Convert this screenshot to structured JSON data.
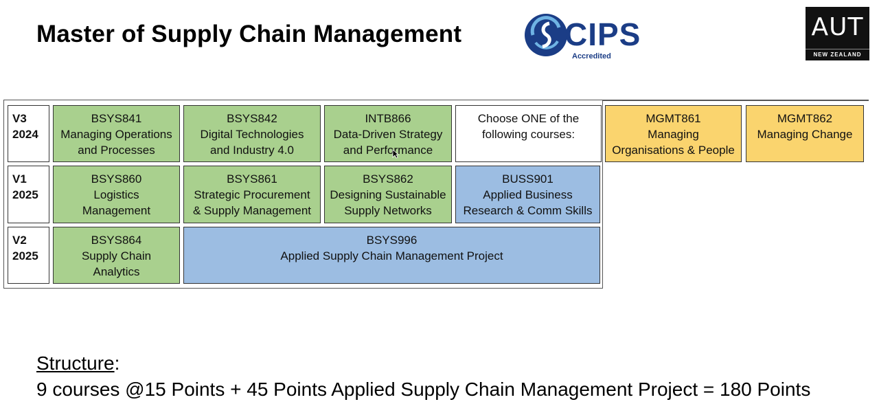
{
  "title": "Master of Supply Chain Management",
  "logos": {
    "cips": {
      "word": "CIPS",
      "sub": "Accredited",
      "color": "#1b3d86"
    },
    "aut": {
      "word": "AUT",
      "sub": "NEW ZEALAND"
    }
  },
  "colors": {
    "green": "#a9d08e",
    "blue": "#9cbde2",
    "yellow": "#fad46e"
  },
  "rows": [
    {
      "semester": [
        "V3",
        "2024"
      ],
      "courses": [
        {
          "code": "BSYS841",
          "lines": [
            "Managing Operations",
            "and Processes"
          ],
          "color": "green"
        },
        {
          "code": "BSYS842",
          "lines": [
            "Digital Technologies",
            "and Industry 4.0"
          ],
          "color": "green"
        },
        {
          "code": "INTB866",
          "lines": [
            "Data-Driven Strategy",
            "and Performance"
          ],
          "color": "green"
        },
        {
          "code": "",
          "lines": [
            "Choose ONE of the",
            "following courses:"
          ],
          "color": "white"
        },
        {
          "code": "MGMT861",
          "lines": [
            "Managing",
            "Organisations & People"
          ],
          "color": "yellow"
        },
        {
          "code": "MGMT862",
          "lines": [
            "Managing Change"
          ],
          "color": "yellow"
        }
      ]
    },
    {
      "semester": [
        "V1",
        "2025"
      ],
      "courses": [
        {
          "code": "BSYS860",
          "lines": [
            "Logistics",
            "Management"
          ],
          "color": "green"
        },
        {
          "code": "BSYS861",
          "lines": [
            "Strategic Procurement",
            "& Supply Management"
          ],
          "color": "green"
        },
        {
          "code": "BSYS862",
          "lines": [
            "Designing Sustainable",
            "Supply Networks"
          ],
          "color": "green"
        },
        {
          "code": "BUSS901",
          "lines": [
            "Applied Business",
            "Research & Comm Skills"
          ],
          "color": "blue"
        }
      ]
    },
    {
      "semester": [
        "V2",
        "2025"
      ],
      "courses": [
        {
          "code": "BSYS864",
          "lines": [
            "Supply Chain",
            "Analytics"
          ],
          "color": "green"
        },
        {
          "code": "BSYS996",
          "lines": [
            "Applied Supply Chain Management Project"
          ],
          "color": "blue"
        }
      ]
    }
  ],
  "structure": {
    "heading": "Structure",
    "colon": ":",
    "summary": "9 courses @15 Points + 45 Points Applied Supply Chain Management Project = 180 Points"
  }
}
